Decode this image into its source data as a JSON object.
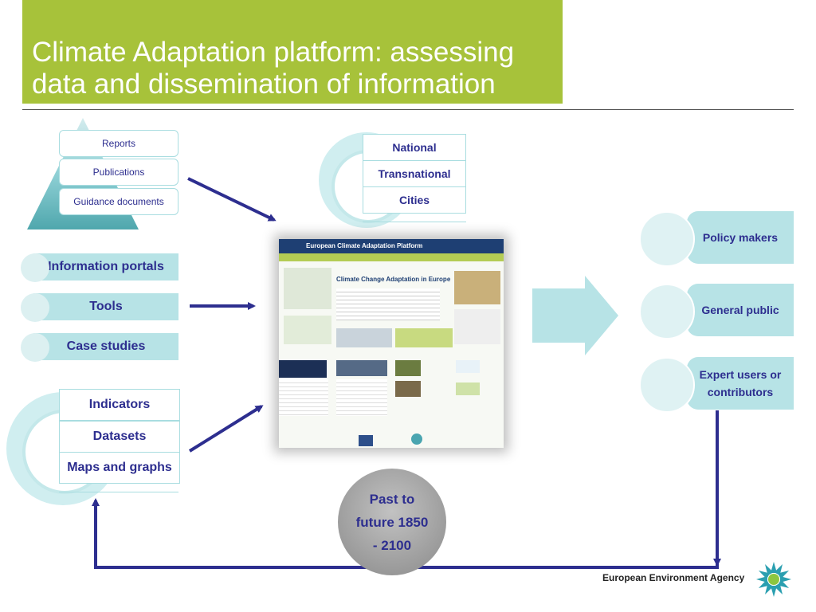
{
  "title": "Climate Adaptation platform: assessing data and dissemination of information",
  "pyramid": {
    "items": [
      "Reports",
      "Publications",
      "Guidance documents"
    ]
  },
  "scales": {
    "items": [
      "National",
      "Transnational",
      "Cities"
    ]
  },
  "sources": {
    "items": [
      "Information portals",
      "Tools",
      "Case studies"
    ]
  },
  "data_types": {
    "items": [
      "Indicators",
      "Datasets",
      "Maps and graphs"
    ]
  },
  "audiences": {
    "items": [
      "Policy makers",
      "General public",
      "Expert users or contributors"
    ]
  },
  "screenshot": {
    "header": "European Climate Adaptation Platform",
    "headline": "Climate Change Adaptation in Europe"
  },
  "timeframe": {
    "line1": "Past to",
    "line2": "future 1850",
    "line3": "- 2100"
  },
  "footer": {
    "agency": "European Environment Agency"
  },
  "colors": {
    "accent": "#a7c23a",
    "teal": "#b7e3e6",
    "navy": "#2d2e8f"
  }
}
